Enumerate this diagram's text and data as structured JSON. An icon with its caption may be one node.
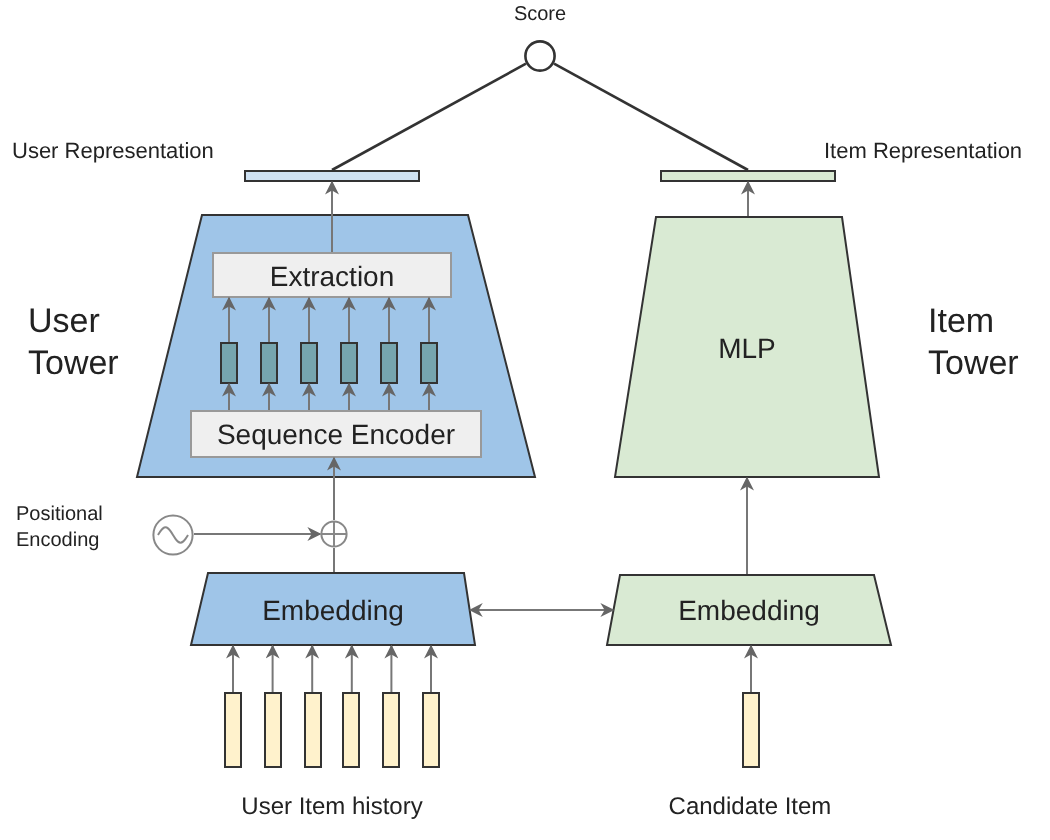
{
  "diagram": {
    "nodes": [
      {
        "text": [],
        "shape": "circle",
        "beside": [
          "Score"
        ]
      },
      {
        "text": [],
        "shape": "bar",
        "beside": [
          "User Representation"
        ]
      },
      {
        "text": [],
        "shape": "bar",
        "beside": [
          "Item Representation"
        ]
      },
      {
        "text": [],
        "shape": "trapezoid",
        "beside": [
          "User Tower"
        ]
      },
      {
        "text": [
          "Extraction"
        ],
        "in": 3
      },
      {
        "text": [],
        "shape": "bar",
        "in": 3
      },
      {
        "text": [],
        "shape": "bar",
        "in": 3
      },
      {
        "text": [],
        "shape": "bar",
        "in": 3
      },
      {
        "text": [],
        "shape": "bar",
        "in": 3
      },
      {
        "text": [],
        "shape": "bar",
        "in": 3
      },
      {
        "text": [],
        "shape": "bar",
        "in": 3
      },
      {
        "text": [
          "Sequence Encoder"
        ],
        "in": 3
      },
      {
        "text": [
          "MLP"
        ],
        "beside": [
          "Item Tower"
        ]
      },
      {
        "text": [],
        "shape": "circle",
        "beside": [
          "Positional Encoding"
        ]
      },
      {
        "text": [],
        "shape": "circle"
      },
      {
        "text": [
          "Embedding"
        ]
      },
      {
        "text": [
          "Embedding"
        ]
      },
      {
        "text": [],
        "shape": "bar"
      },
      {
        "text": [],
        "shape": "bar"
      },
      {
        "text": [],
        "shape": "bar"
      },
      {
        "text": [],
        "shape": "bar"
      },
      {
        "text": [],
        "shape": "bar"
      },
      {
        "text": [],
        "shape": "bar"
      },
      {
        "text": [],
        "shape": "bar"
      }
    ],
    "edges": [
      {
        "from": 1,
        "to": 0,
        "arrow": "none"
      },
      {
        "from": 2,
        "to": 0,
        "arrow": "none"
      },
      {
        "from": 4,
        "to": 1,
        "arrow": "to"
      },
      {
        "from": 12,
        "to": 2,
        "arrow": "to"
      },
      {
        "from": 11,
        "to": 5,
        "arrow": "to"
      },
      {
        "from": 11,
        "to": 6,
        "arrow": "to"
      },
      {
        "from": 11,
        "to": 7,
        "arrow": "to"
      },
      {
        "from": 11,
        "to": 8,
        "arrow": "to"
      },
      {
        "from": 11,
        "to": 9,
        "arrow": "to"
      },
      {
        "from": 11,
        "to": 10,
        "arrow": "to"
      },
      {
        "from": 5,
        "to": 4,
        "arrow": "to"
      },
      {
        "from": 6,
        "to": 4,
        "arrow": "to"
      },
      {
        "from": 7,
        "to": 4,
        "arrow": "to"
      },
      {
        "from": 8,
        "to": 4,
        "arrow": "to"
      },
      {
        "from": 9,
        "to": 4,
        "arrow": "to"
      },
      {
        "from": 10,
        "to": 4,
        "arrow": "to"
      },
      {
        "from": 14,
        "to": 11,
        "arrow": "to"
      },
      {
        "from": 13,
        "to": 14,
        "arrow": "to"
      },
      {
        "from": 15,
        "to": 14,
        "arrow": "none"
      },
      {
        "from": 15,
        "to": 16,
        "arrow": "both"
      },
      {
        "from": 16,
        "to": 12,
        "arrow": "to"
      },
      {
        "from": 17,
        "to": 15,
        "arrow": "to"
      },
      {
        "from": 18,
        "to": 15,
        "arrow": "to"
      },
      {
        "from": 19,
        "to": 15,
        "arrow": "to"
      },
      {
        "from": 20,
        "to": 15,
        "arrow": "to"
      },
      {
        "from": 21,
        "to": 15,
        "arrow": "to"
      },
      {
        "from": 22,
        "to": 15,
        "arrow": "to"
      },
      {
        "from": 23,
        "to": 16,
        "arrow": "to"
      }
    ],
    "labels": [
      "User Item history",
      "Candidate Item"
    ]
  }
}
